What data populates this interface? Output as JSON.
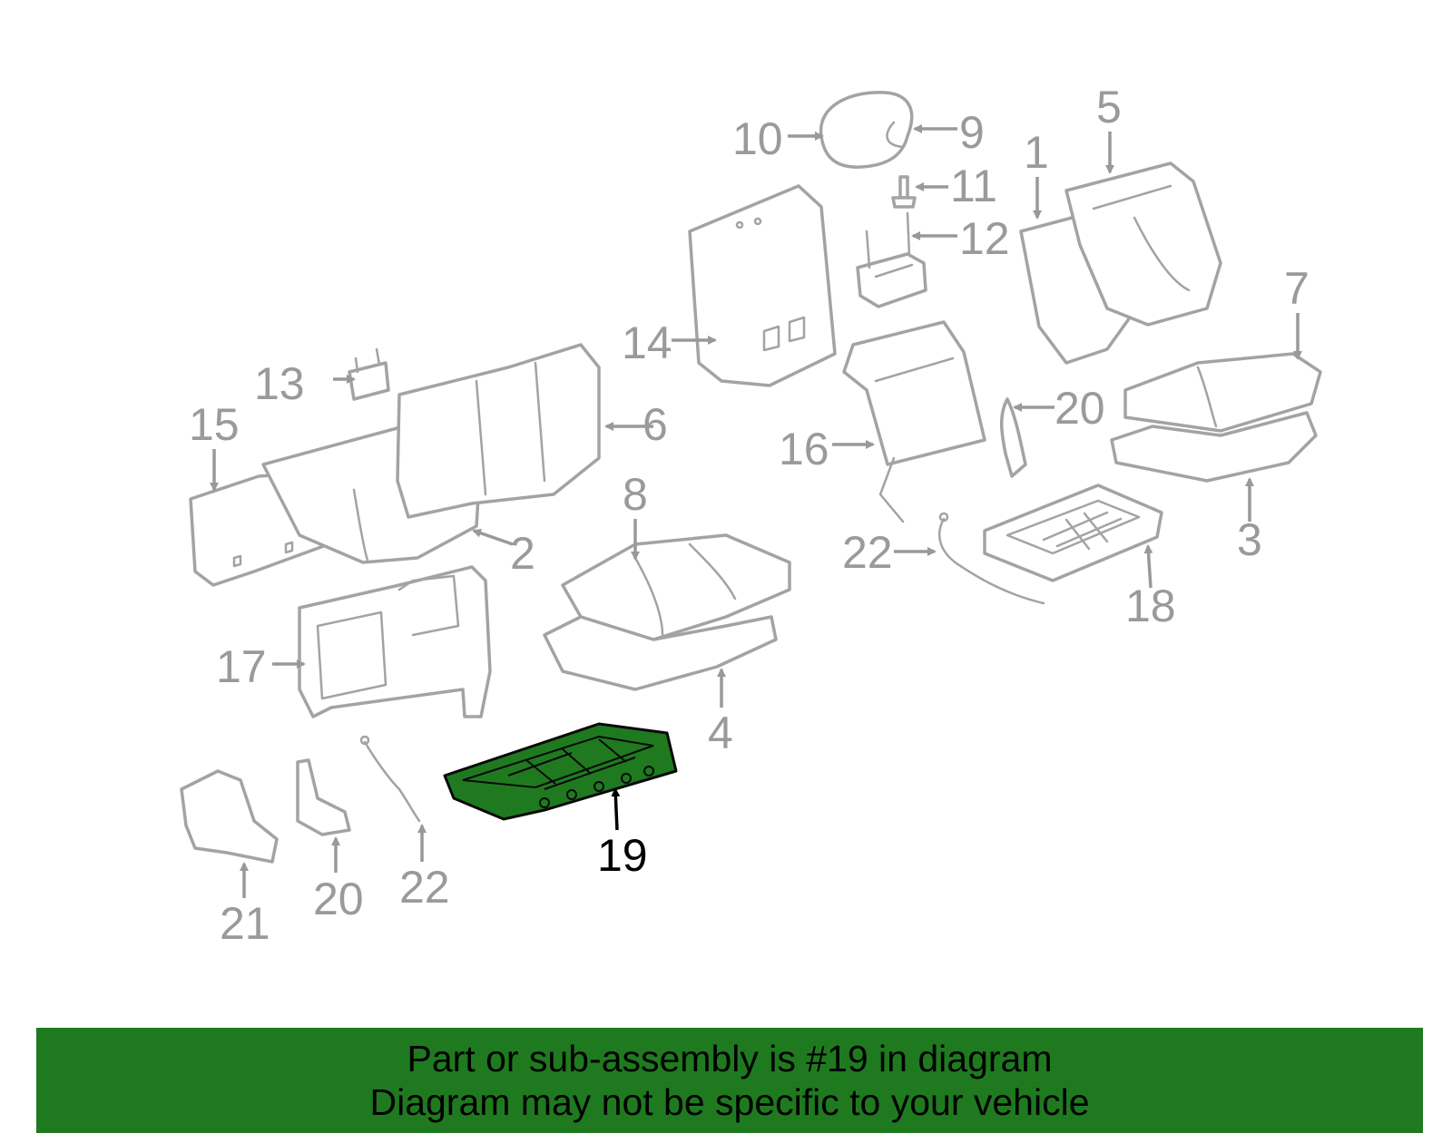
{
  "callouts": {
    "c1": "1",
    "c2": "2",
    "c3": "3",
    "c4": "4",
    "c5": "5",
    "c6": "6",
    "c7": "7",
    "c8": "8",
    "c9": "9",
    "c10": "10",
    "c11": "11",
    "c12": "12",
    "c13": "13",
    "c14": "14",
    "c15": "15",
    "c16": "16",
    "c17": "17",
    "c18": "18",
    "c19": "19",
    "c20a": "20",
    "c20b": "20",
    "c21": "21",
    "c22a": "22",
    "c22b": "22"
  },
  "highlighted_part": "19",
  "colors": {
    "highlight": "#1f7a1f",
    "line_art": "#a3a3a3",
    "callout_text": "#9a9a9a"
  },
  "banner": {
    "line1": "Part or sub-assembly is #19 in diagram",
    "line2": "Diagram may not be specific to your vehicle"
  }
}
